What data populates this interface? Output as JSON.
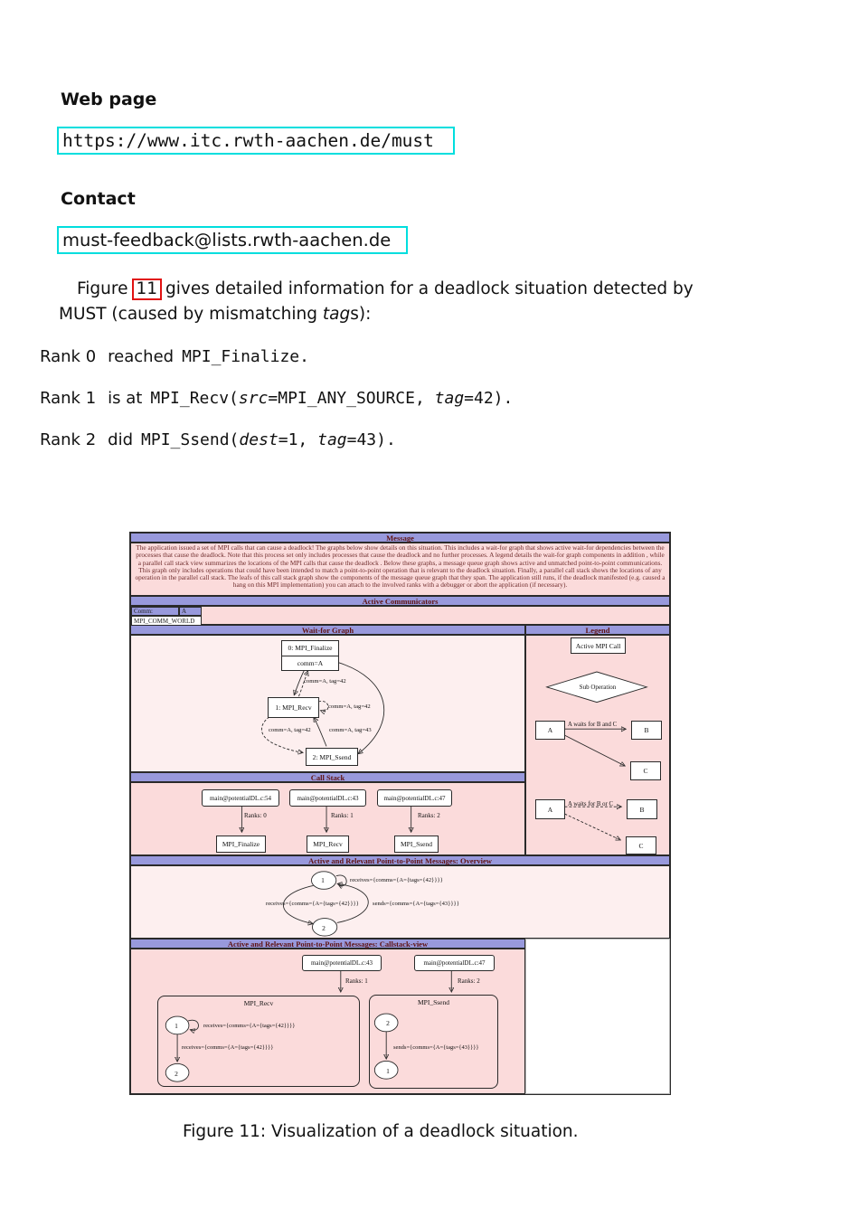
{
  "page": {
    "web_page_heading": "Web page",
    "web_page_url": "https://www.itc.rwth-aachen.de/must",
    "contact_heading": "Contact",
    "contact_email": "must-feedback@lists.rwth-aachen.de",
    "para": {
      "pre": "Figure",
      "ref": "11",
      "post": "gives detailed information for a deadlock situation detected by",
      "line2_pre": "MUST (caused by mismatching ",
      "line2_em": "tag",
      "line2_post": "s):"
    },
    "rank0": {
      "prefix": "Rank 0",
      "verb": "reached",
      "call": "MPI_Finalize."
    },
    "rank1": {
      "prefix": "Rank 1",
      "verb": "is at",
      "call_a": "MPI_Recv(",
      "arg1": "src",
      "mid1": "=MPI_ANY_SOURCE, ",
      "arg2": "tag",
      "tail": "=42)."
    },
    "rank2": {
      "prefix": "Rank 2",
      "verb": "did",
      "call_a": "MPI_Ssend(",
      "arg1": "dest",
      "mid1": "=1, ",
      "arg2": "tag",
      "tail": "=43)."
    },
    "caption": "Figure 11: Visualization of a deadlock situation."
  },
  "figure": {
    "message": {
      "title": "Message",
      "body": "The application issued a set of MPI calls that can cause a deadlock! The graphs below show details on this situation. This includes a wait-for graph that shows active wait-for dependencies between the processes that cause the deadlock. Note that this process set only includes processes that cause the deadlock and no further processes. A legend details the wait-for graph components in addition , while a parallel call stack view summarizes the locations of the MPI calls that cause the deadlock . Below these graphs, a message queue graph shows active and unmatched point-to-point communications. This graph only includes operations that could have been intended to match a point-to-point operation that is relevant to the deadlock situation. Finally, a parallel call stack shows the locations of any operation in the parallel call stack. The leafs of this call stack graph show the components of the message queue graph that they span. The application still runs, if the deadlock manifested (e.g. caused a hang on this MPI implementation) you can attach to the involved ranks with a debugger or abort the application (if necessary)."
    },
    "active_communicators": {
      "title": "Active Communicators",
      "comm_label": "Comm:",
      "comm_value": "A",
      "comm_name": "MPI_COMM_WORLD"
    },
    "wait_for_graph": {
      "title": "Wait-for Graph",
      "node0_title": "0: MPI_Finalize",
      "node0_sub": "comm=A",
      "node1": "1: MPI_Recv",
      "node2": "2: MPI_Ssend",
      "edge_0_1": "comm=A, tag=42",
      "edge_self": "comm=A, tag=42",
      "edge_1_2": "comm=A, tag=42",
      "edge_2_1": "comm=A, tag=43"
    },
    "legend": {
      "title": "Legend",
      "active_call": "Active MPI Call",
      "sub_operation": "Sub Operation",
      "and_label": "A waits for B and C",
      "or_label": "A waits for B or C",
      "a": "A",
      "b": "B",
      "c": "C"
    },
    "call_stack": {
      "title": "Call Stack",
      "frames": [
        {
          "location": "main@potentialDL.c:54",
          "ranks": "Ranks: 0",
          "call": "MPI_Finalize"
        },
        {
          "location": "main@potentialDL.c:43",
          "ranks": "Ranks: 1",
          "call": "MPI_Recv"
        },
        {
          "location": "main@potentialDL.c:47",
          "ranks": "Ranks: 2",
          "call": "MPI_Ssend"
        }
      ]
    },
    "overview": {
      "title": "Active and Relevant Point-to-Point Messages: Overview",
      "node1": "1",
      "node2": "2",
      "self_loop_label": "receives={comms={A={tags={42}}}}",
      "left_label": "receives={comms={A={tags={42}}}}",
      "right_label": "sends={comms={A={tags={43}}}}"
    },
    "callstack_view": {
      "title": "Active and Relevant Point-to-Point Messages: Callstack-view",
      "left": {
        "location": "main@potentialDL.c:43",
        "ranks": "Ranks: 1",
        "container": "MPI_Recv",
        "top_node": "1",
        "bottom_node": "2",
        "self_loop": "receives={comms={A={tags={42}}}}",
        "edge": "receives={comms={A={tags={42}}}}"
      },
      "right": {
        "location": "main@potentialDL.c:47",
        "ranks": "Ranks: 2",
        "container": "MPI_Ssend",
        "top_node": "2",
        "bottom_node": "1",
        "edge": "sends={comms={A={tags={43}}}}"
      }
    }
  }
}
